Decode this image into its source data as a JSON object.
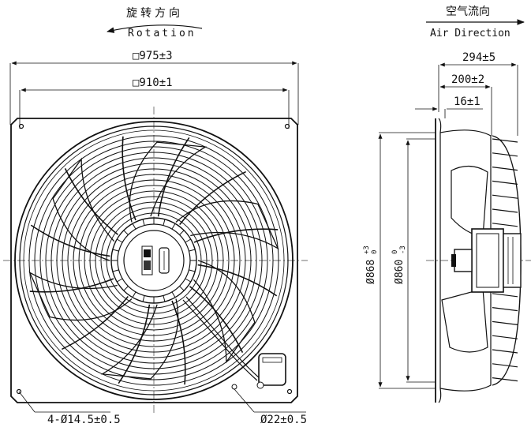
{
  "front_view": {
    "rotation_cn": "旋转方向",
    "rotation_en": "Rotation",
    "dim_outer": "□975±3",
    "dim_inner": "□910±1",
    "dim_holes": "4-Ø14.5±0.5",
    "dim_cable": "Ø22±0.5"
  },
  "side_view": {
    "airflow_cn": "空气流向",
    "airflow_en": "Air Direction",
    "dim_depth_total": "294±5",
    "dim_depth_mid": "200±2",
    "dim_depth_small": "16±1",
    "dim_dia_outer": "Ø868",
    "dim_dia_outer_tol_upper": "+3",
    "dim_dia_outer_tol_lower": "0",
    "dim_dia_inner": "Ø860",
    "dim_dia_inner_tol_upper": "0",
    "dim_dia_inner_tol_lower": "-3"
  }
}
